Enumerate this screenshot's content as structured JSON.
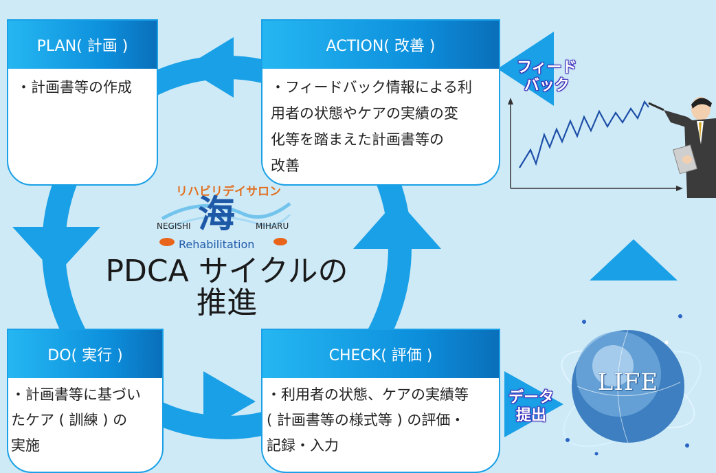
{
  "center": {
    "title_line1": "PDCA サイクルの",
    "title_line2": "推進"
  },
  "logo": {
    "top_text": "リハビリデイサロン",
    "kanji": "海",
    "left_text": "NEGISHI",
    "right_text": "MIHARU",
    "bottom_text": "Rehabilitation"
  },
  "plan": {
    "title": "PLAN( 計画 )",
    "body": "・計画書等の作成"
  },
  "action": {
    "title": "ACTION( 改善 )",
    "body": "・フィードバック情報による利\n用者の状態やケアの実績の変\n化等を踏まえた計画書等の\n改善"
  },
  "do": {
    "title": "DO( 実行 )",
    "body": "・計画書等に基づい\n たケア ( 訓練 ) の\n実施"
  },
  "check": {
    "title": "CHECK( 評価 )",
    "body": "・利用者の状態、ケアの実績等\n( 計画書等の様式等 ) の評価・\n 記録・入力"
  },
  "feedback_label": "フィード\nバック",
  "data_label": "データ\n提出",
  "life_label": "LIFE",
  "colors": {
    "background": "#cfeaf7",
    "arrow": "#1aa0e6",
    "header_start": "#25b7f2",
    "header_end": "#0a6fba"
  }
}
